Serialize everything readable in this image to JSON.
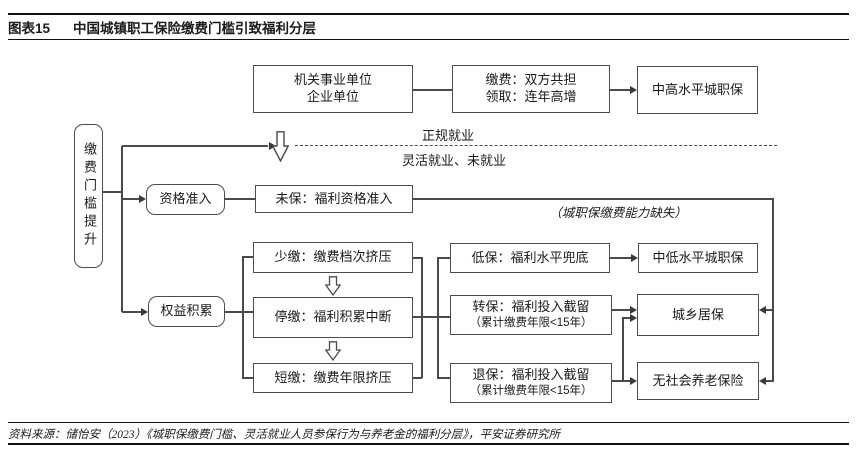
{
  "header": {
    "tag": "图表15",
    "title": "中国城镇职工保险缴费门槛引致福利分层"
  },
  "footer": {
    "source": "资料来源：储怡安（2023）《城职保缴费门槛、灵活就业人员参保行为与养老金的福利分层》，平安证券研究所"
  },
  "colors": {
    "line": "#4a4a4a",
    "border": "#4d4d4d",
    "text": "#1a1a1a"
  },
  "diagram": {
    "left_rail": "缴费门槛提升",
    "employment": {
      "formal": "正规就业",
      "flexible": "灵活就业、未就业"
    },
    "note": "（城职保缴费能力缺失）",
    "nodes": {
      "employer": {
        "line1": "机关事业单位",
        "line2": "企业单位"
      },
      "contribution": {
        "line1": "缴费：双方共担",
        "line2": "领取：连年高增"
      },
      "high_level": "中高水平城职保",
      "access": "资格准入",
      "uninsured": "未保：福利资格准入",
      "rights": "权益积累",
      "underpay": "少缴：缴费档次挤压",
      "suspend": "停缴：福利积累中断",
      "shortpay": "短缴：缴费年限挤压",
      "lowpay": "低保：福利水平兜底",
      "mid_low_level": "中低水平城职保",
      "transfer": {
        "line1": "转保：福利投入截留",
        "line2": "（累计缴费年限<15年）"
      },
      "rural": "城乡居保",
      "quit": {
        "line1": "退保：福利投入截留",
        "line2": "（累计缴费年限<15年）"
      },
      "no_insurance": "无社会养老保险"
    }
  }
}
